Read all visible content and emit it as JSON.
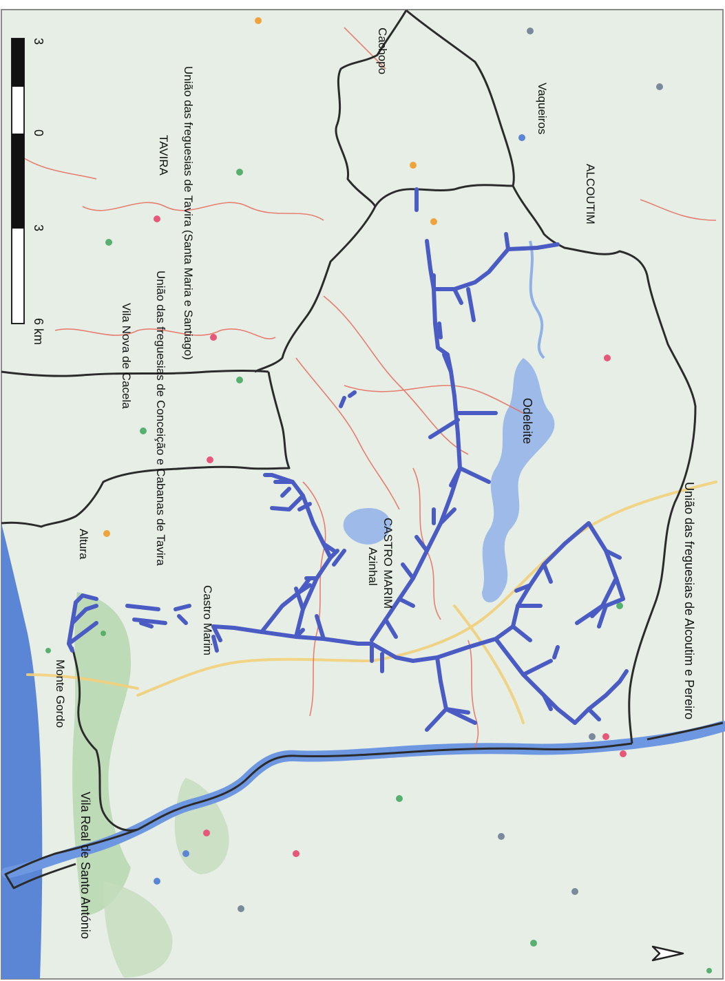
{
  "labels": {
    "alcoutim_pereiro": "União das freguesias de Alcoutim e Pereiro",
    "odeleite": "Odeleite",
    "castro_marim_municipality": "CASTRO MARIM",
    "azinhal": "Azinhal",
    "castro_marim": "Castro Marim",
    "vila_real": "Vila Real de Santo António",
    "monte_gordo": "Monte Gordo",
    "altura": "Altura",
    "vila_nova_cacela": "Vila Nova de Cacela",
    "conceicao_cabanas": "União das freguesias de Conceição e Cabanas de Tavira",
    "tavira_santa_maria": "União das freguesias de Tavira (Santa Maria e Santiago)",
    "tavira": "TAVIRA",
    "cachopo": "Cachopo",
    "vaqueiros": "Vaqueiros",
    "alcoutim": "ALCOUTIM"
  },
  "scale_bar": {
    "tick_labels": [
      "3",
      "0",
      "3",
      "6 km"
    ]
  },
  "north_arrow": {
    "icon": "north-arrow-icon"
  },
  "colors": {
    "network": "#4a5cc4",
    "boundary": "#2b2b2b",
    "roads": "#e86a5a",
    "water": "#5b86d6",
    "land": "#e6eee6",
    "green": "#b9d8b2"
  }
}
